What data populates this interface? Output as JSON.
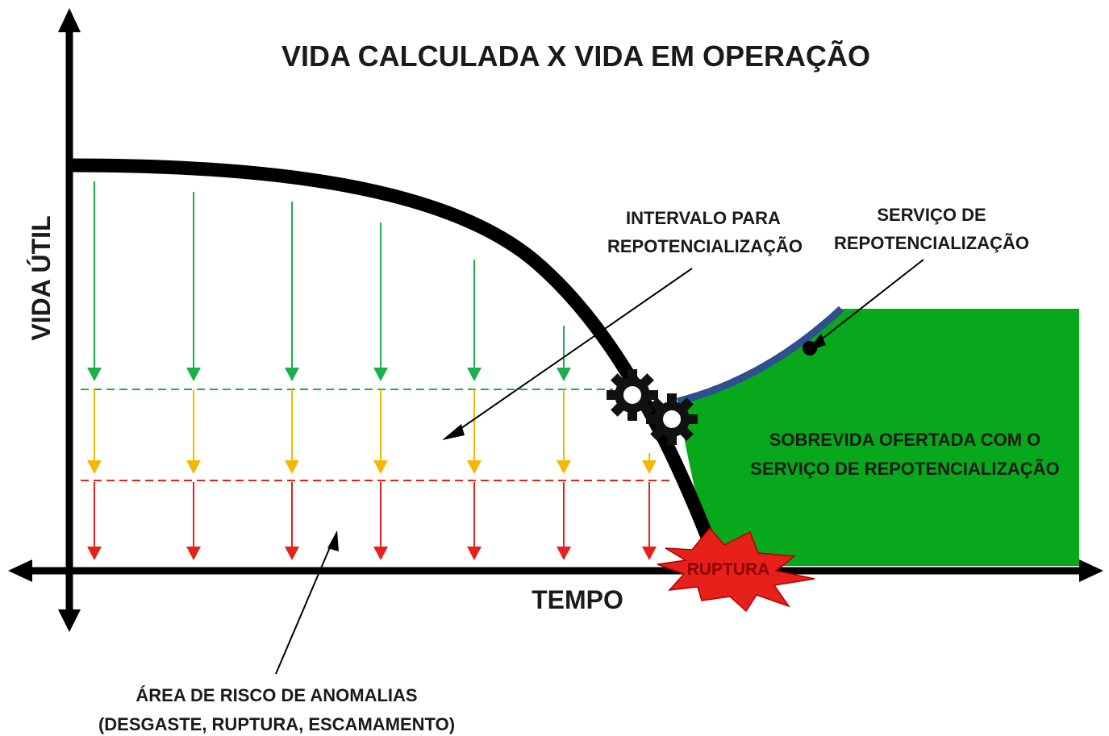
{
  "title": "VIDA CALCULADA X VIDA EM OPERAÇÃO",
  "axes": {
    "y_label": "VIDA ÚTIL",
    "x_label": "TEMPO"
  },
  "annotations": {
    "interval": [
      "INTERVALO PARA",
      "REPOTENCIALIZAÇÃO"
    ],
    "service": [
      "SERVIÇO DE",
      "REPOTENCIALIZAÇÃO"
    ],
    "survival": [
      "SOBREVIDA OFERTADA COM O",
      "SERVIÇO DE REPOTENCIALIZAÇÃO"
    ],
    "rupture": "RUPTURA",
    "risk_area": [
      "ÁREA DE RISCO DE ANOMALIAS",
      "(DESGASTE, RUPTURA, ESCAMAMENTO)"
    ]
  },
  "colors": {
    "curve": "#000000",
    "green_zone": "#07a81b",
    "green_arrow": "#1bb04a",
    "yellow_arrow": "#f5b800",
    "red_arrow": "#e8201b",
    "service_curve": "#2f4f8f",
    "rupture_burst": "#e8201b"
  },
  "icons": [
    "gear-icon",
    "gear-icon",
    "rupture-burst-icon"
  ]
}
